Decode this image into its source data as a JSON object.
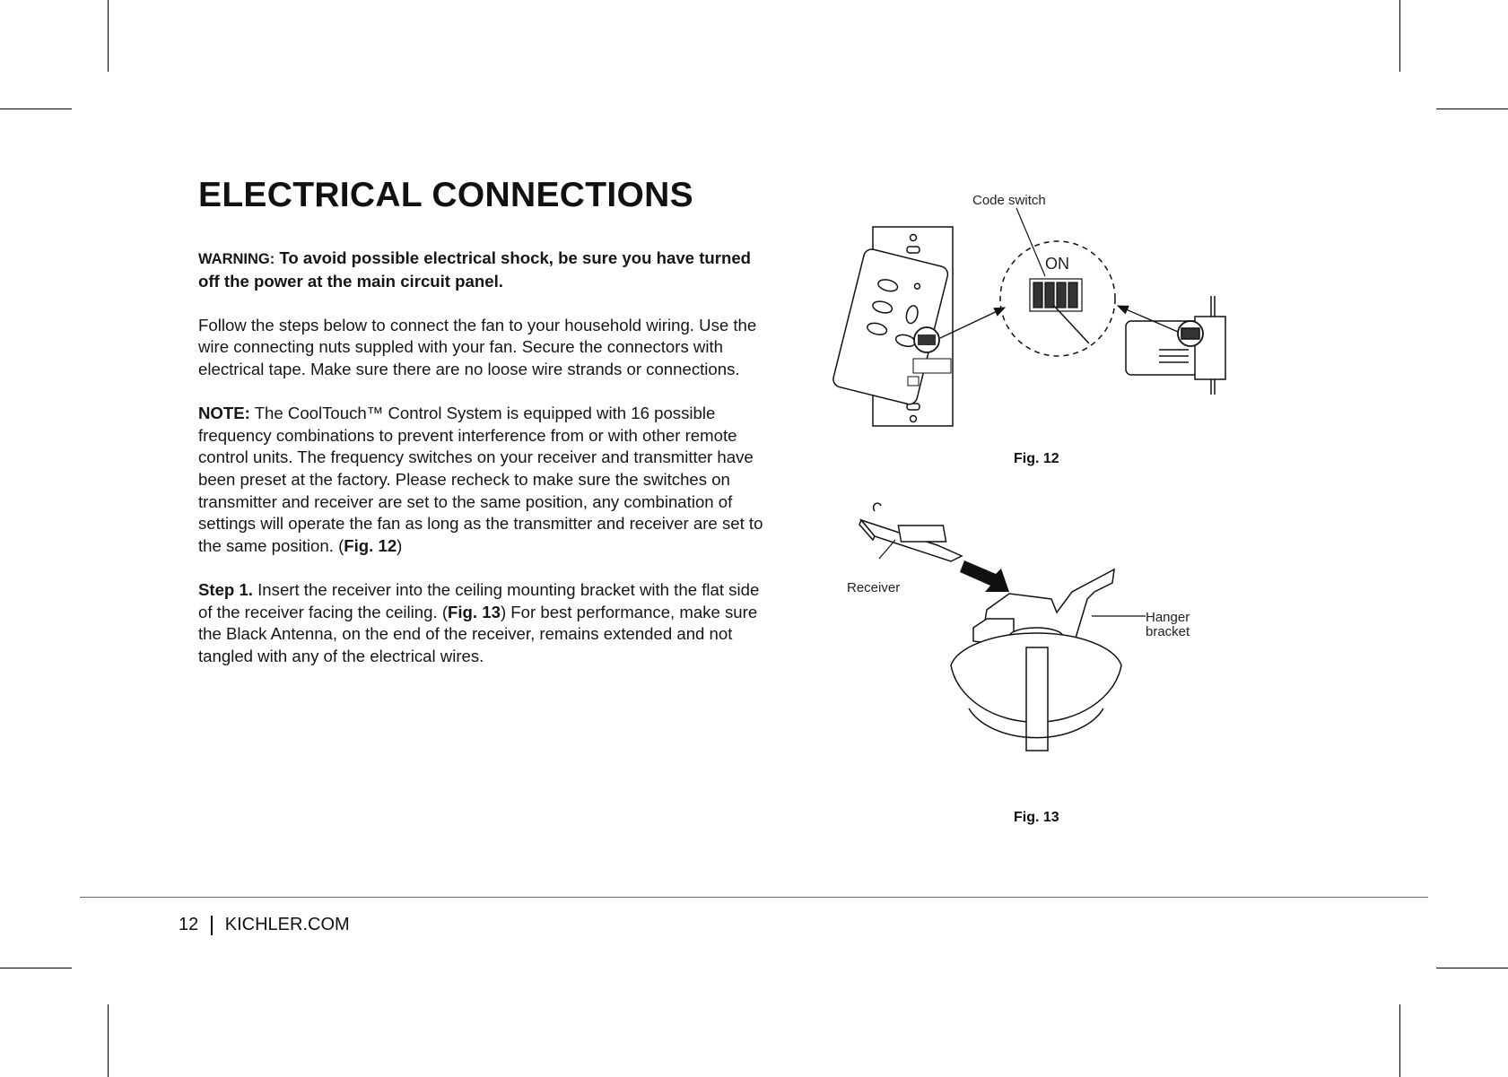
{
  "page": {
    "title": "ELECTRICAL CONNECTIONS",
    "warning_label": "WARNING:",
    "warning_text": "To avoid possible electrical shock, be sure you have turned off the power at the main circuit panel.",
    "intro": "Follow the steps below to connect the fan to your household wiring. Use the wire connecting nuts suppled with your fan. Secure the connectors with electrical tape. Make sure there are no loose wire strands or connections.",
    "note_label": "NOTE:",
    "note_text": "The CoolTouch™ Control System is equipped with 16 possible frequency combinations to prevent interference from or with other remote control units. The frequency switches on your receiver and transmitter have been preset at the factory. Please recheck to make sure the switches on transmitter and receiver are set to the same position, any combination of settings will operate the fan as long as the transmitter and receiver are set to the same position. (",
    "note_ref": "Fig. 12",
    "note_end": ")",
    "step1_label": "Step 1.",
    "step1_text_a": "Insert the receiver into the ceiling mounting bracket with the flat side of the receiver facing the ceiling. (",
    "step1_ref": "Fig. 13",
    "step1_text_b": ") For best performance, make sure the Black Antenna, on the end of the receiver, remains extended and not tangled with any of the electrical wires."
  },
  "fig12": {
    "caption": "Fig. 12",
    "callout_code_switch": "Code switch",
    "callout_on": "ON"
  },
  "fig13": {
    "caption": "Fig. 13",
    "callout_receiver": "Receiver",
    "callout_hanger_1": "Hanger",
    "callout_hanger_2": "bracket"
  },
  "footer": {
    "page_number": "12",
    "site": "KICHLER.COM"
  }
}
